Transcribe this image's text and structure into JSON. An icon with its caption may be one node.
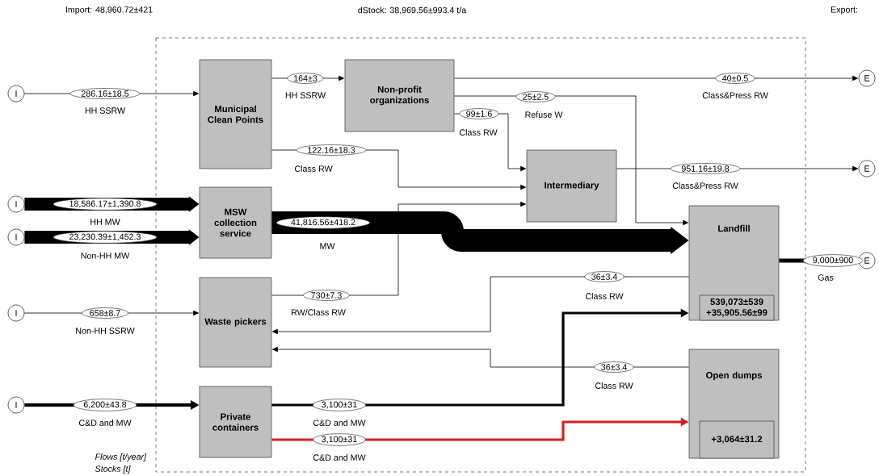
{
  "diagram": {
    "nodes": [
      {
        "text": [
          "Municipal Clean Points"
        ]
      },
      {
        "text": [
          "Non-profit organizations"
        ]
      },
      {
        "text": [
          "Intermediary"
        ]
      },
      {
        "text": [
          "MSW collection service"
        ]
      },
      {
        "text": [
          "Landfill"
        ]
      },
      {
        "text": [
          "539,073±539 +35,905.56±99"
        ],
        "in": 4
      },
      {
        "text": [
          "Waste pickers"
        ]
      },
      {
        "text": [
          "Open dumps"
        ]
      },
      {
        "text": [
          "+3,064±31.2"
        ],
        "in": 7
      },
      {
        "text": [
          "Private containers"
        ]
      },
      {
        "text": [
          "I"
        ]
      },
      {
        "text": [
          "I"
        ]
      },
      {
        "text": [
          "I"
        ]
      },
      {
        "text": [
          "I"
        ]
      },
      {
        "text": [
          "I"
        ]
      },
      {
        "text": [
          "E"
        ]
      },
      {
        "text": [
          "E"
        ]
      },
      {
        "text": [
          "E"
        ]
      }
    ],
    "edges": [
      {
        "from": 10,
        "to": 0,
        "arrow": "to",
        "label": "286.16±18.5"
      },
      {
        "from": 0,
        "to": 1,
        "arrow": "to",
        "label": "164±3"
      },
      {
        "from": 1,
        "to": 15,
        "arrow": "to",
        "label": "40±0.5"
      },
      {
        "from": 1,
        "to": 2,
        "arrow": "to",
        "label": "99±1.6"
      },
      {
        "from": 1,
        "to": 4,
        "arrow": "to",
        "label": "25±2.5"
      },
      {
        "from": 0,
        "to": 2,
        "arrow": "to",
        "label": "122.16±18.3"
      },
      {
        "from": 6,
        "to": 2,
        "arrow": "to",
        "label": "730±7.3"
      },
      {
        "from": 2,
        "to": 16,
        "arrow": "to",
        "label": "951.16±19.8"
      },
      {
        "from": 11,
        "to": 3,
        "arrow": "to",
        "label": "18,586.17±1,390.8",
        "style": "thick"
      },
      {
        "from": 12,
        "to": 3,
        "arrow": "to",
        "label": "23,230.39±1,452.3",
        "style": "thick"
      },
      {
        "from": 3,
        "to": 4,
        "arrow": "to",
        "label": "41,816.56±418.2",
        "style": "thick"
      },
      {
        "from": 4,
        "to": 17,
        "arrow": "none",
        "label": "9,000±900",
        "style": "thick"
      },
      {
        "from": 4,
        "to": 6,
        "arrow": "to",
        "label": "36±3.4"
      },
      {
        "from": 7,
        "to": 6,
        "arrow": "to",
        "label": "36±3.4"
      },
      {
        "from": 13,
        "to": 6,
        "arrow": "to",
        "label": "658±8.7"
      },
      {
        "from": 14,
        "to": 9,
        "arrow": "to",
        "label": "6,200±43.8",
        "style": "thick"
      },
      {
        "from": 9,
        "to": 4,
        "arrow": "to",
        "label": "3,100±31",
        "style": "thick"
      },
      {
        "from": 9,
        "to": 7,
        "arrow": "to",
        "label": "3,100±31",
        "style": "thick",
        "color": "#d62020"
      }
    ],
    "labels": [
      "Import: 48,960.72±421",
      "dStock: 38,969.56±993.4 t/a",
      "Export:",
      "HH SSRW",
      "HH SSRW",
      "Class&Press RW",
      "Class RW",
      "Refuse W",
      "Class RW",
      "RW/Class RW",
      "Class&Press RW",
      "HH MW",
      "Non-HH MW",
      "MW",
      "Gas",
      "Class RW",
      "Class RW",
      "Non-HH SSRW",
      "C&D and MW",
      "C&D and MW",
      "Flows [t/year]",
      "C&D and MW",
      "Stocks [t]"
    ]
  }
}
